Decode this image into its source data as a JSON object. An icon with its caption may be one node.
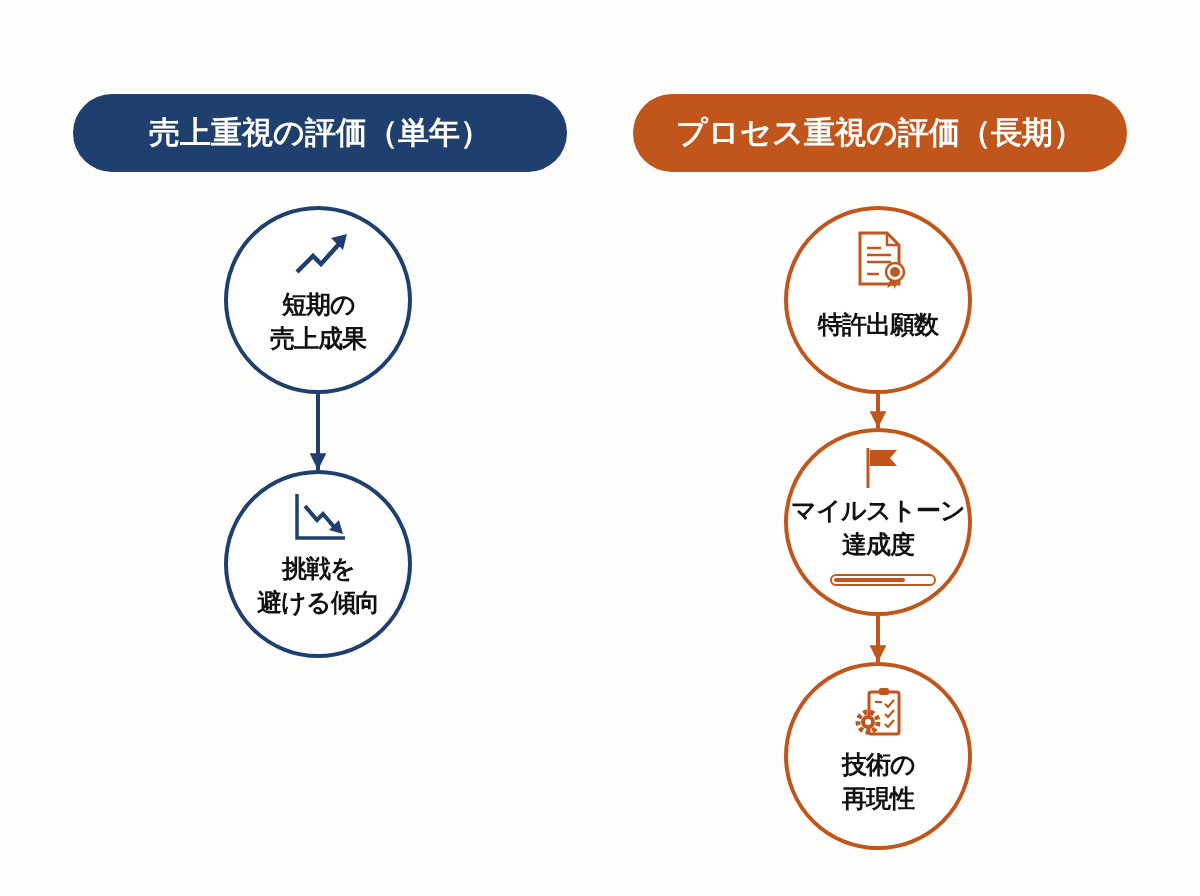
{
  "diagram": {
    "nodes": [
      {
        "text": [
          "売上重視の評価（単年）"
        ]
      },
      {
        "text": [
          "プロセス重視の評価（長期）"
        ]
      },
      {
        "text": [
          "短期の売上成果"
        ]
      },
      {
        "text": [
          "挑戦を避ける傾向"
        ]
      },
      {
        "text": [
          "特許出願数"
        ]
      },
      {
        "text": [
          "マイルストーン達成度"
        ]
      },
      {
        "text": [
          "技術の再現性"
        ]
      }
    ],
    "edges": [
      {
        "from": 2,
        "to": 3,
        "arrow": "to",
        "color": "#1f3f6e"
      },
      {
        "from": 4,
        "to": 5,
        "arrow": "to"
      },
      {
        "from": 5,
        "to": 6,
        "arrow": "to"
      }
    ]
  }
}
